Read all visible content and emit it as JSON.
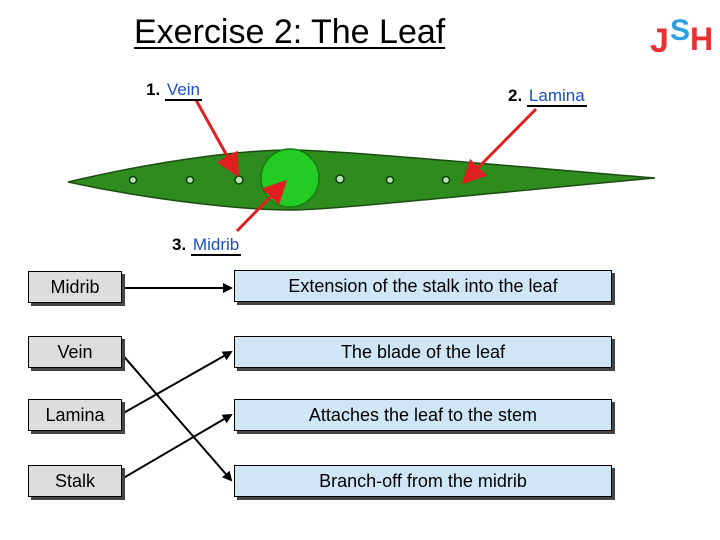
{
  "title": "Exercise 2: The Leaf",
  "labels": {
    "label1": {
      "number": "1.",
      "answer": "Vein"
    },
    "label2": {
      "number": "2.",
      "answer": "Lamina"
    },
    "label3": {
      "number": "3.",
      "answer": "Midrib"
    }
  },
  "terms": [
    "Midrib",
    "Vein",
    "Lamina",
    "Stalk"
  ],
  "definitions": [
    "Extension of the stalk into the leaf",
    "The blade of the leaf",
    "Attaches the leaf to the stem",
    "Branch-off from the midrib"
  ],
  "matches": [
    {
      "term": "Midrib",
      "definition": "Extension of the stalk into the leaf"
    },
    {
      "term": "Vein",
      "definition": "Branch-off from the midrib"
    },
    {
      "term": "Lamina",
      "definition": "The blade of the leaf"
    },
    {
      "term": "Stalk",
      "definition": "Attaches the leaf to the stem"
    }
  ],
  "colors": {
    "leaf": "#2e8b1e",
    "midrib": "#22cc22",
    "arrow": "#e02020",
    "term_box": "#dddddd",
    "definition_box": "#cfe6f7",
    "answer_text": "#1a4fbf"
  },
  "logo": {
    "text": "JSH"
  }
}
